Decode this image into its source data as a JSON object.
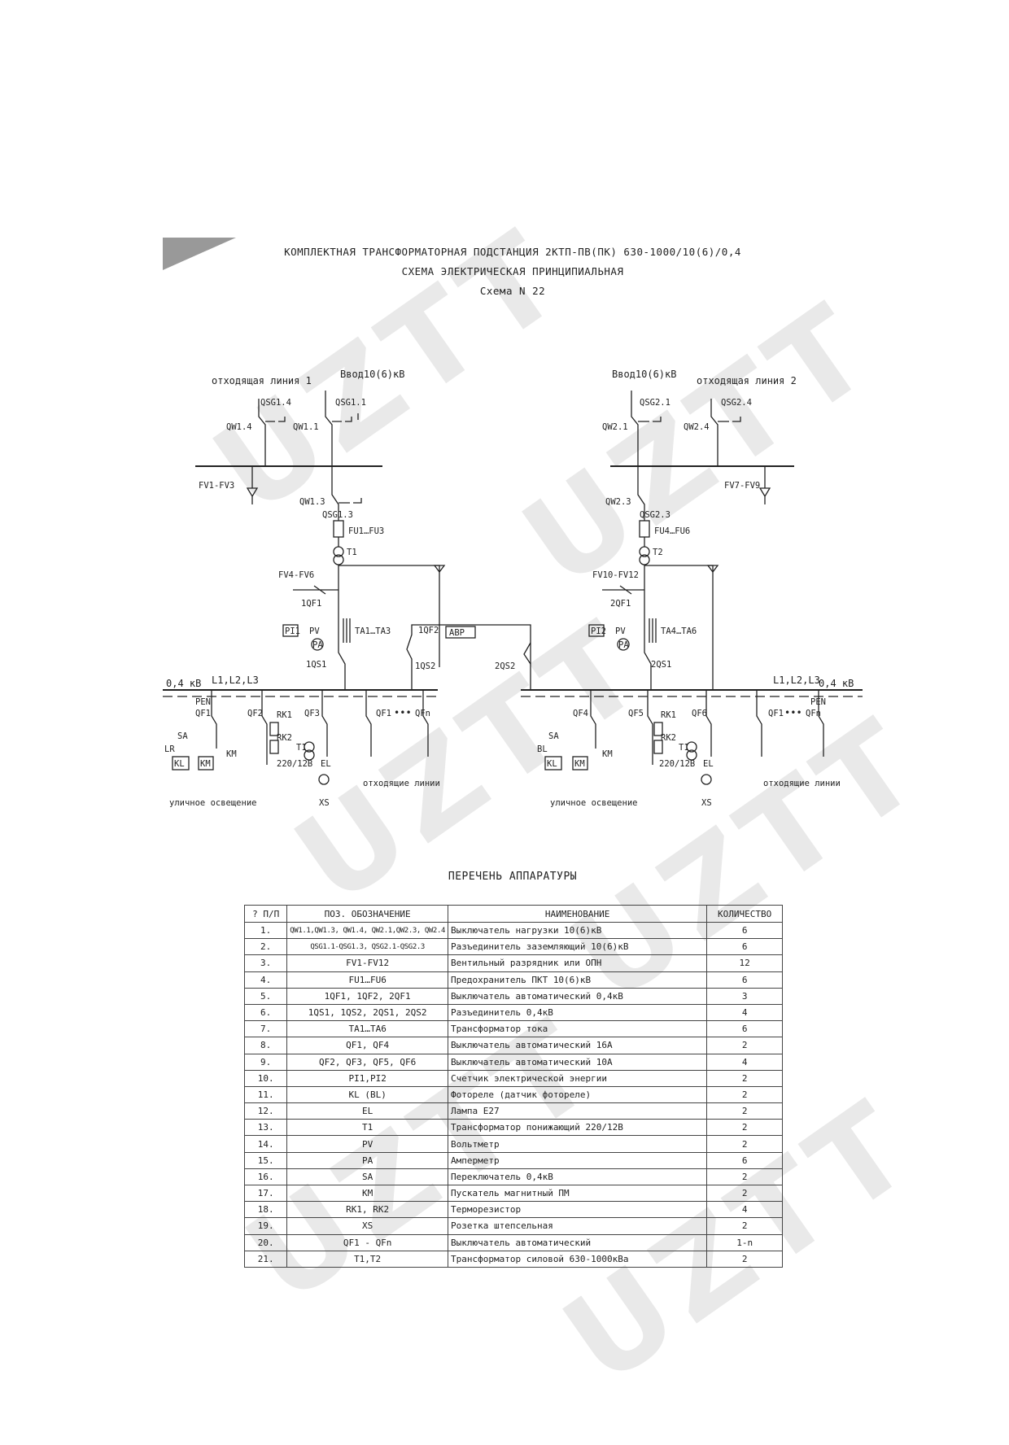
{
  "watermark": "UZTT",
  "header": {
    "line1": "КОМПЛЕКТНАЯ ТРАНСФОРМАТОРНАЯ ПОДСТАНЦИЯ 2КТП-ПВ(ПК) 630-1000/10(6)/0,4",
    "line2": "СХЕМА ЭЛЕКТРИЧЕСКАЯ ПРИНЦИПИАЛЬНАЯ",
    "line3": "Схема N 22"
  },
  "diagram": {
    "left": {
      "line": "отходящая линия 1",
      "input": "Ввод10(6)кВ",
      "qsg_a": "QSG1.4",
      "qsg_b": "QSG1.1",
      "qw_a": "QW1.4",
      "qw_b": "QW1.1",
      "fv_top": "FV1-FV3",
      "qw_c": "QW1.3",
      "qsg_c": "QSG1.3",
      "fu": "FU1…FU3",
      "t": "T1",
      "fv_mid": "FV4-FV6",
      "qf": "1QF1",
      "pi": "PI1",
      "pv": "PV",
      "pa": "PA",
      "ta": "TA1…TA3",
      "qs": "1QS1",
      "bus_v": "0,4 кВ",
      "bus_l": "L1,L2,L3",
      "pen": "PEN",
      "qf1": "QF1",
      "qf2": "QF2",
      "rk1": "RK1",
      "rk2": "RK2",
      "qf3": "QF3",
      "qf_1": "QF1",
      "qfn": "QFn",
      "sa": "SA",
      "lr": "LR",
      "kl": "KL",
      "km": "KM",
      "km2": "KM",
      "t_low": "T1",
      "v220": "220/12В",
      "el": "EL",
      "xs": "XS",
      "street": "уличное освещение",
      "outgoing": "отходящие линии"
    },
    "center": {
      "qf2": "1QF2",
      "qs2": "1QS2",
      "qs3": "2QS2",
      "avr": "АВР"
    },
    "right": {
      "line": "отходящая линия 2",
      "input": "Ввод10(6)кВ",
      "qsg_a": "QSG2.1",
      "qsg_b": "QSG2.4",
      "qw_a": "QW2.1",
      "qw_b": "QW2.4",
      "fv_top": "FV7-FV9",
      "qw_c": "QW2.3",
      "qsg_c": "QSG2.3",
      "fu": "FU4…FU6",
      "t": "T2",
      "fv_mid": "FV10-FV12",
      "qf": "2QF1",
      "pi": "PI2",
      "pv": "PV",
      "pa": "PA",
      "ta": "TA4…TA6",
      "qs": "2QS1",
      "bus_v": "0,4 кВ",
      "bus_l": "L1,L2,L3",
      "pen": "PEN",
      "qf4": "QF4",
      "qf5": "QF5",
      "rk1": "RK1",
      "rk2": "RK2",
      "qf6": "QF6",
      "qf_1": "QF1",
      "qfn": "QFn",
      "sa": "SA",
      "bl": "BL",
      "kl": "KL",
      "km": "KM",
      "km2": "KM",
      "t_low": "T1",
      "v220": "220/12В",
      "el": "EL",
      "xs": "XS",
      "street": "уличное освещение",
      "outgoing": "отходящие линии"
    }
  },
  "equipment": {
    "title": "ПЕРЕЧЕНЬ АППАРАТУРЫ",
    "headers": [
      "? П/П",
      "ПОЗ. ОБОЗНАЧЕНИЕ",
      "НАИМЕНОВАНИЕ",
      "КОЛИЧЕСТВО"
    ],
    "rows": [
      [
        "1.",
        "QW1.1,QW1.3, QW1.4, QW2.1,QW2.3, QW2.4",
        "Выключатель нагрузки 10(6)кВ",
        "6"
      ],
      [
        "2.",
        "QSG1.1-QSG1.3, QSG2.1-QSG2.3",
        "Разъединитель заземляющий 10(6)кВ",
        "6"
      ],
      [
        "3.",
        "FV1-FV12",
        "Вентильный разрядник или ОПН",
        "12"
      ],
      [
        "4.",
        "FU1…FU6",
        "Предохранитель ПКТ 10(6)кВ",
        "6"
      ],
      [
        "5.",
        "1QF1, 1QF2, 2QF1",
        "Выключатель автоматический 0,4кВ",
        "3"
      ],
      [
        "6.",
        "1QS1, 1QS2, 2QS1, 2QS2",
        "Разъединитель 0,4кВ",
        "4"
      ],
      [
        "7.",
        "TA1…TA6",
        "Трансформатор тока",
        "6"
      ],
      [
        "8.",
        "QF1, QF4",
        "Выключатель автоматический 16А",
        "2"
      ],
      [
        "9.",
        "QF2, QF3, QF5, QF6",
        "Выключатель автоматический 10А",
        "4"
      ],
      [
        "10.",
        "PI1,PI2",
        "Счетчик электрической энергии",
        "2"
      ],
      [
        "11.",
        "KL (BL)",
        "Фотореле (датчик фотореле)",
        "2"
      ],
      [
        "12.",
        "EL",
        "Лампа Е27",
        "2"
      ],
      [
        "13.",
        "T1",
        "Трансформатор понижающий 220/12В",
        "2"
      ],
      [
        "14.",
        "PV",
        "Вольтметр",
        "2"
      ],
      [
        "15.",
        "PA",
        "Амперметр",
        "6"
      ],
      [
        "16.",
        "SA",
        "Переключатель 0,4кВ",
        "2"
      ],
      [
        "17.",
        "KM",
        "Пускатель магнитный ПМ",
        "2"
      ],
      [
        "18.",
        "RK1, RK2",
        "Терморезистор",
        "4"
      ],
      [
        "19.",
        "XS",
        "Розетка штепсельная",
        "2"
      ],
      [
        "20.",
        "QF1 - QFn",
        "Выключатель автоматический",
        "1-n"
      ],
      [
        "21.",
        "T1,T2",
        "Трансформатор силовой 630-1000кВа",
        "2"
      ]
    ]
  }
}
